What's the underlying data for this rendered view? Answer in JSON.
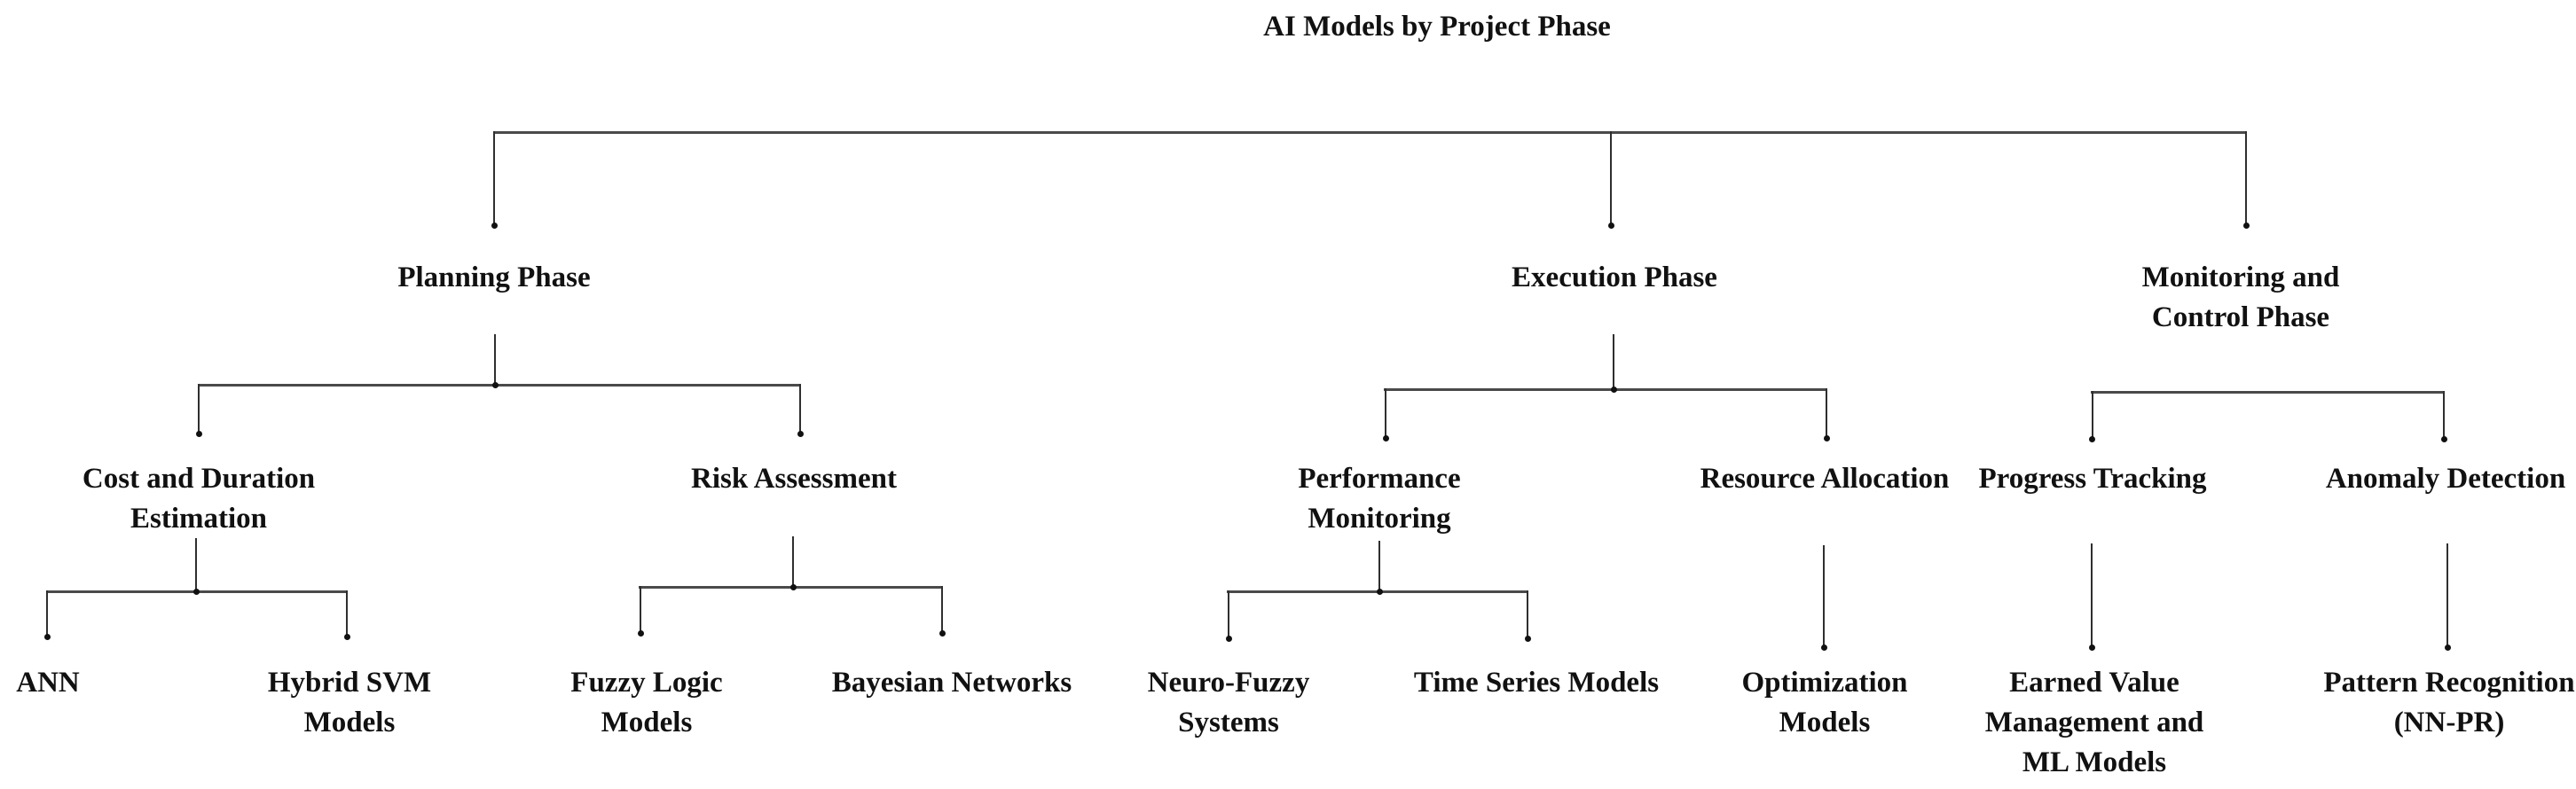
{
  "title": "AI Models by Project Phase",
  "colors": {
    "line": "#3c3c3c",
    "text": "#111111",
    "background": "#ffffff"
  },
  "diagram": {
    "type": "tree",
    "root": "AI Models by Project Phase",
    "phases": [
      {
        "label": "Planning Phase",
        "children": [
          {
            "label": "Cost and Duration Estimation",
            "children": [
              {
                "label": "ANN"
              },
              {
                "label": "Hybrid SVM Models"
              }
            ]
          },
          {
            "label": "Risk Assessment",
            "children": [
              {
                "label": "Fuzzy Logic Models"
              },
              {
                "label": "Bayesian Networks"
              }
            ]
          }
        ]
      },
      {
        "label": "Execution Phase",
        "children": [
          {
            "label": "Performance Monitoring",
            "children": [
              {
                "label": "Neuro-Fuzzy Systems"
              },
              {
                "label": "Time Series Models"
              }
            ]
          },
          {
            "label": "Resource Allocation",
            "children": [
              {
                "label": "Optimization Models"
              }
            ]
          }
        ]
      },
      {
        "label": "Monitoring and Control Phase",
        "children": [
          {
            "label": "Progress Tracking",
            "children": [
              {
                "label": "Earned Value Management and ML Models"
              }
            ]
          },
          {
            "label": "Anomaly Detection",
            "children": [
              {
                "label": "Pattern Recognition (NN-PR)"
              }
            ]
          }
        ]
      }
    ]
  }
}
